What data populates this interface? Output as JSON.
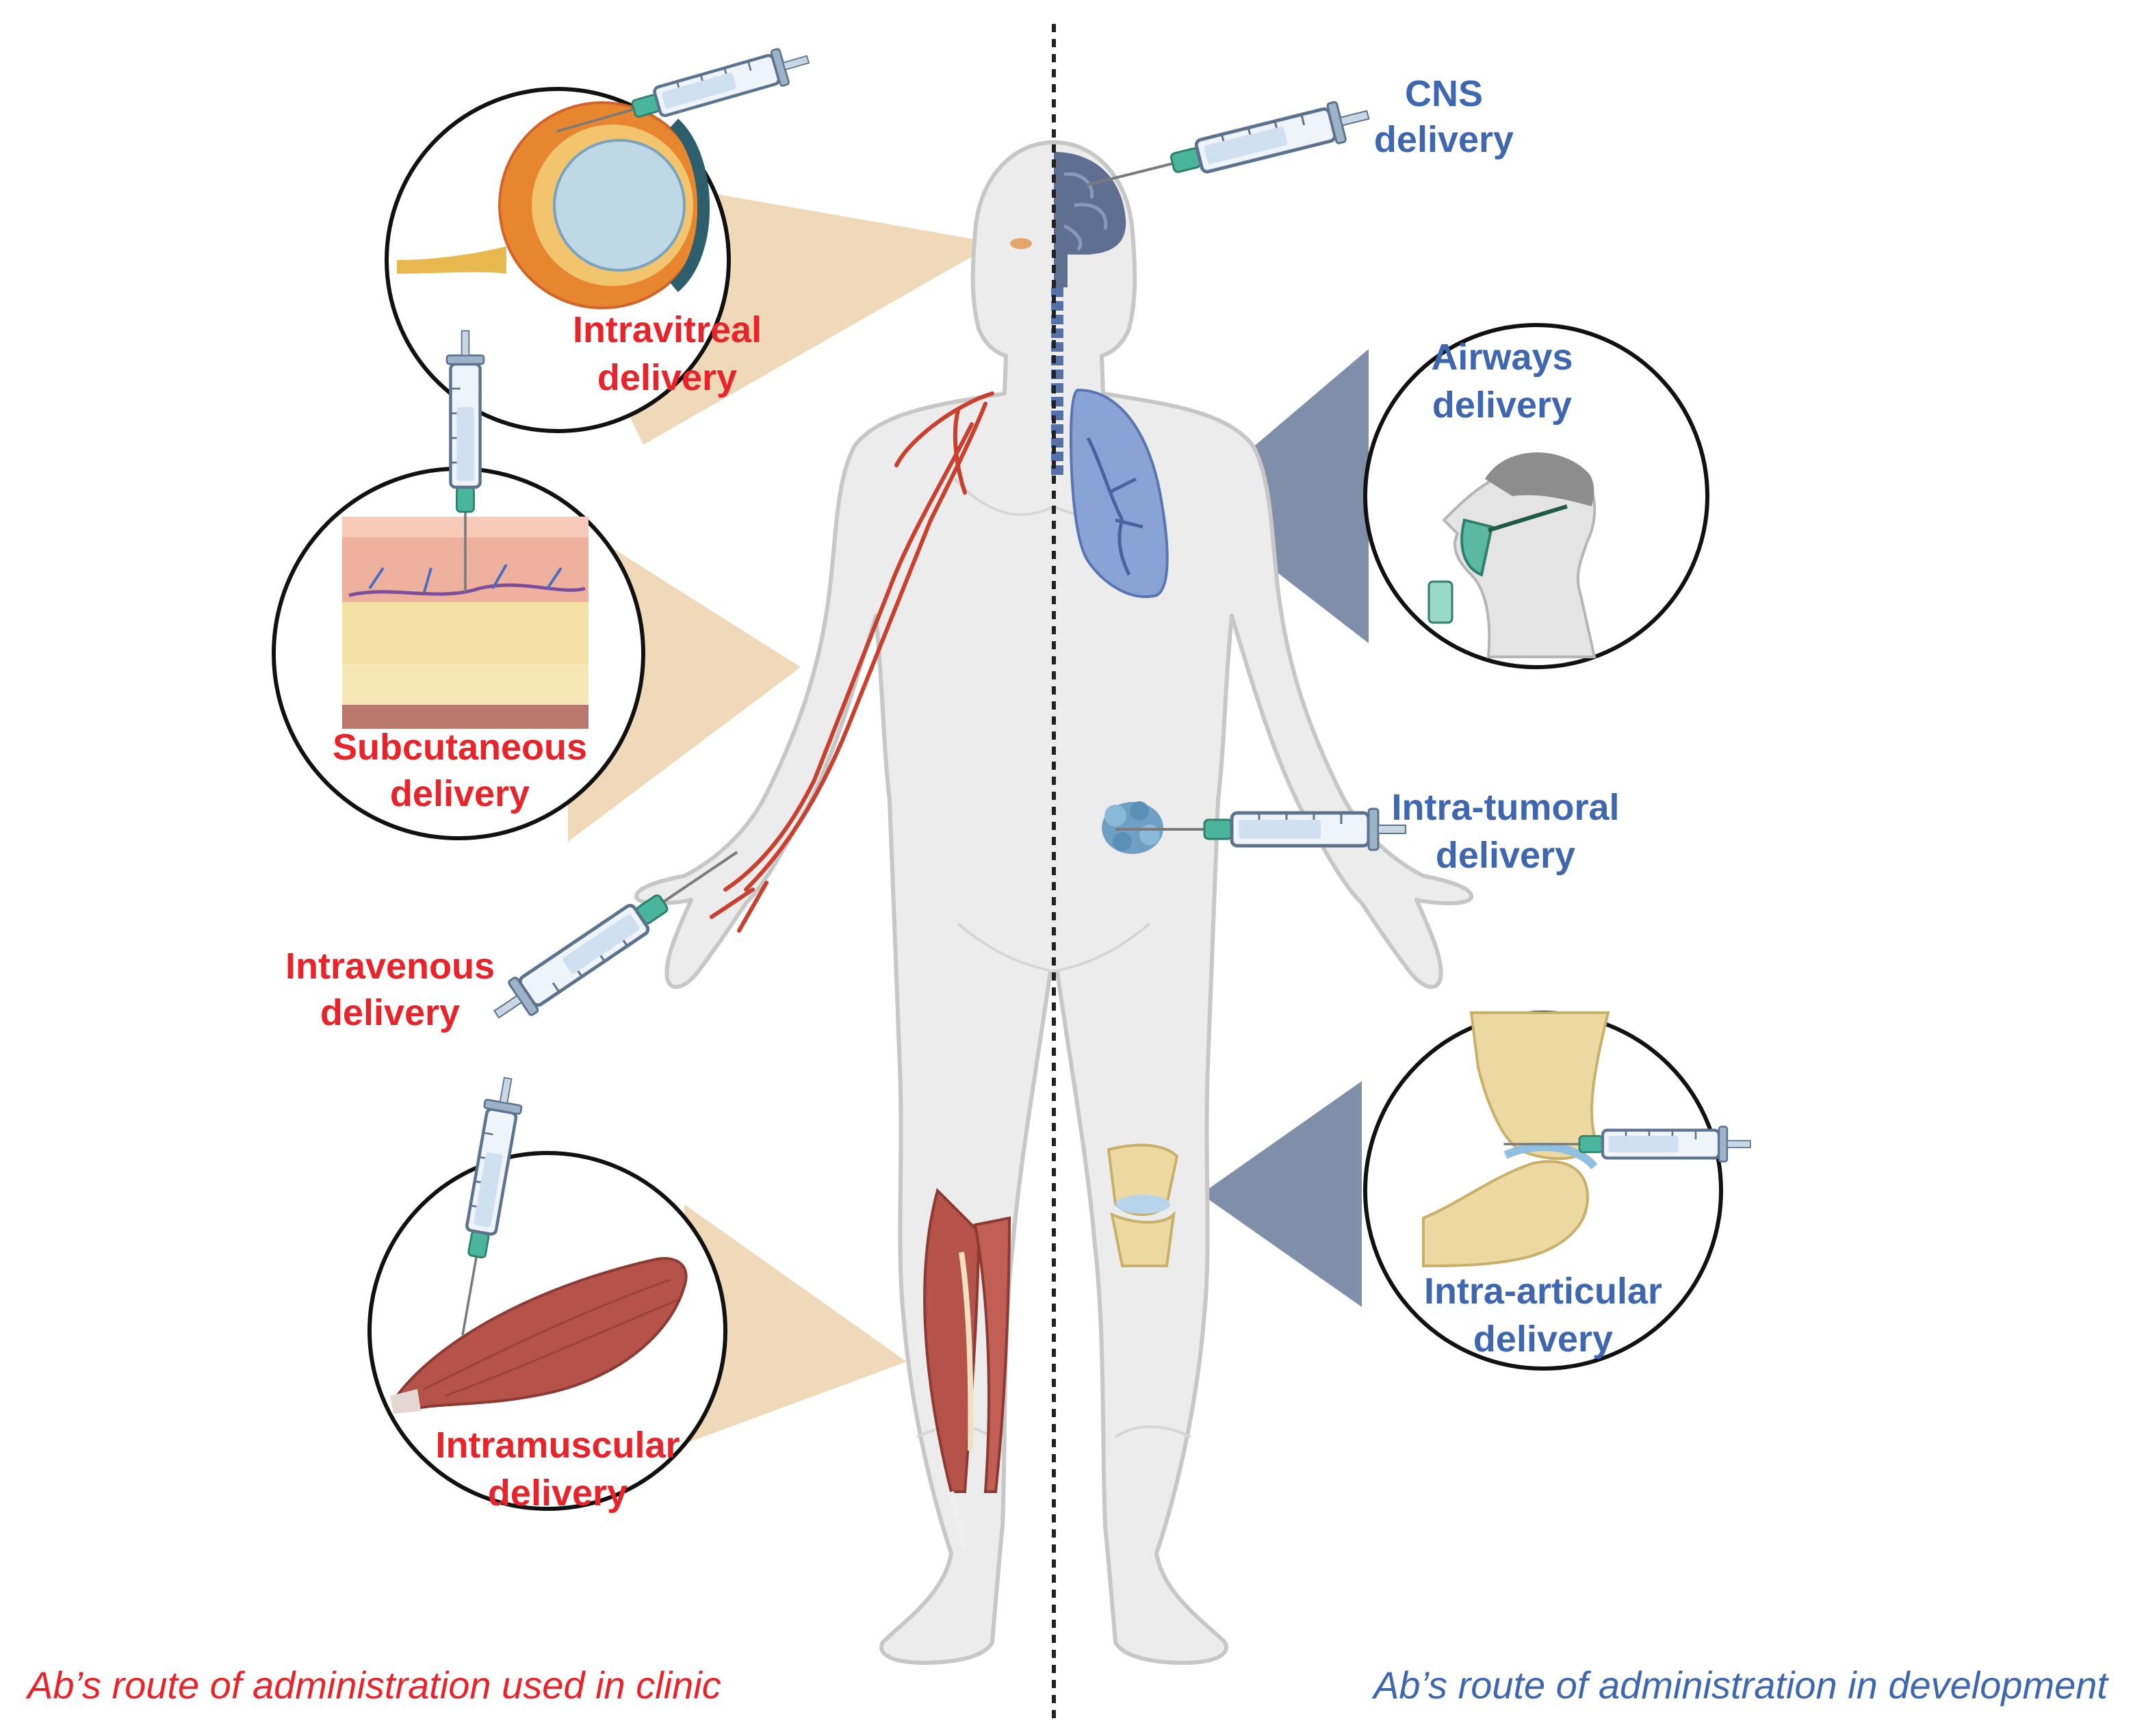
{
  "colors": {
    "clinic": "#e8232a",
    "development": "#3f67b0",
    "clinic_cone": "#f0d9b8",
    "development_cone": "#7f8ea9",
    "skin": "#ececec",
    "artery": "#c9402f",
    "lung": "#8aa3d6",
    "muscle": "#b5534a"
  },
  "divider": {
    "style": "dotted"
  },
  "labels": {
    "intravitreal": {
      "line1": "Intravitreal",
      "line2": "delivery"
    },
    "subcutaneous": {
      "line1": "Subcutaneous",
      "line2": "delivery"
    },
    "intravenous": {
      "line1": "Intravenous",
      "line2": "delivery"
    },
    "intramuscular": {
      "line1": "Intramuscular",
      "line2": "delivery"
    },
    "cns": {
      "line1": "CNS",
      "line2": "delivery"
    },
    "airways": {
      "line1": "Airways",
      "line2": "delivery"
    },
    "intratumoral": {
      "line1": "Intra-tumoral",
      "line2": "delivery"
    },
    "intraarticular": {
      "line1": "Intra-articular",
      "line2": "delivery"
    }
  },
  "footer": {
    "left": "Ab’s route of administration used in clinic",
    "right": "Ab’s route of administration in development"
  },
  "icons": [
    "eye-icon",
    "skin-layers-icon",
    "muscle-icon",
    "syringe-icon",
    "brain-icon",
    "lung-icon",
    "tumor-icon",
    "knee-joint-icon",
    "face-mask-icon",
    "bone-joint-icon"
  ]
}
